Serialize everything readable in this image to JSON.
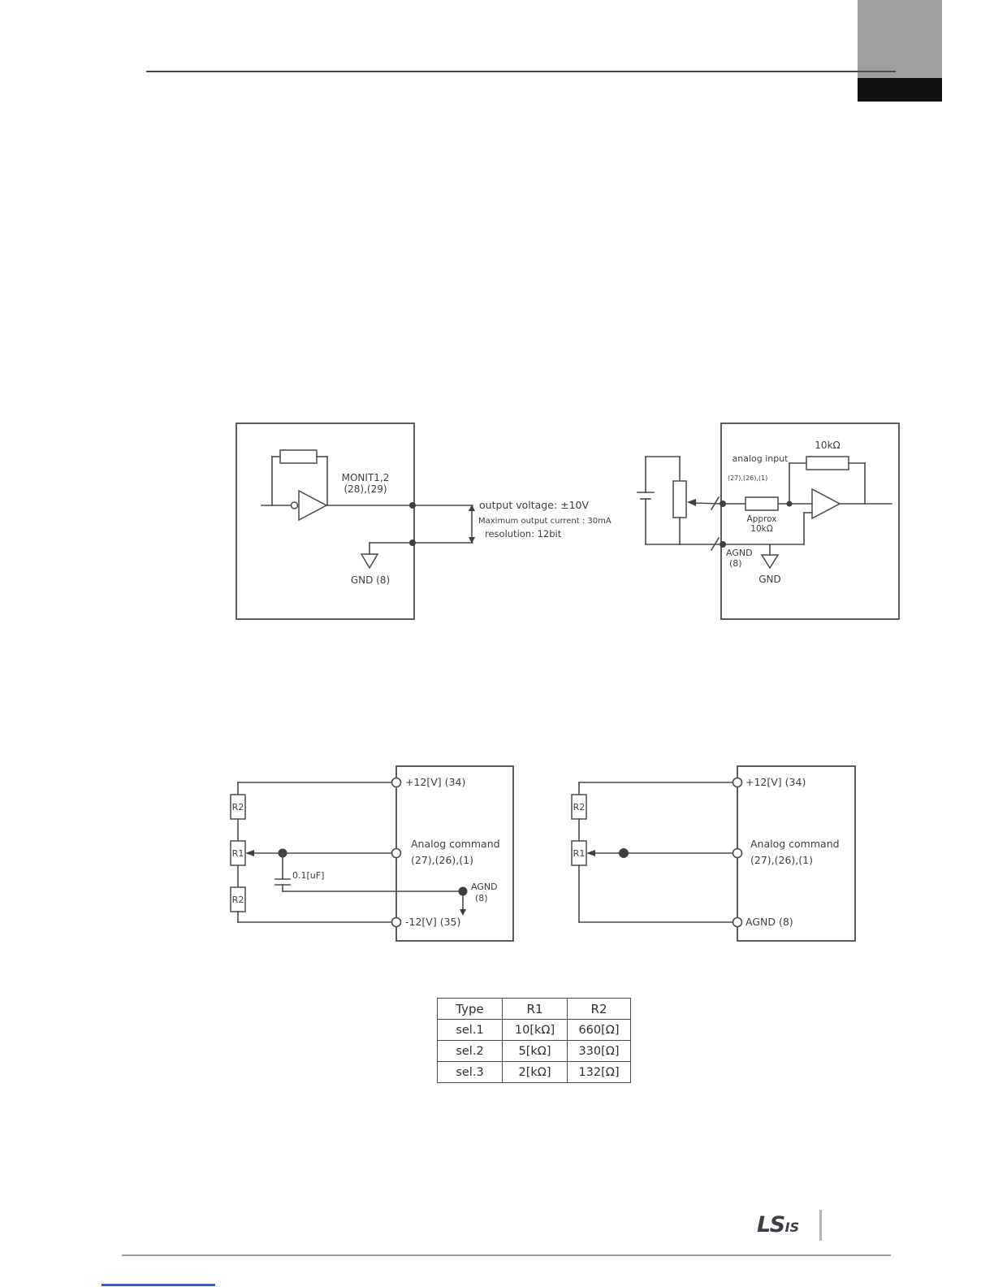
{
  "page": {
    "footer": {
      "logo_main": "LS",
      "logo_sub": "IS"
    }
  },
  "figure1": {
    "left": {
      "monit_label": "MONIT1,2",
      "monit_pins": "(28),(29)",
      "output_voltage": "output voltage: ±10V",
      "max_current": "Maximum output current : 30mA",
      "resolution": "resolution: 12bit",
      "gnd_label": "GND (8)"
    },
    "right": {
      "r_feedback": "10kΩ",
      "analog_input_label": "analog input",
      "pins": "(27),(26),(1)",
      "approx_line1": "Approx",
      "approx_line2": "10kΩ",
      "agnd_label": "AGND",
      "agnd_pin": "(8)",
      "gnd_label": "GND"
    }
  },
  "figure2": {
    "left": {
      "p12_label": "+12[V] (34)",
      "r2_top": "R2",
      "r1": "R1",
      "r2_bottom": "R2",
      "cap_label": "0.1[uF]",
      "analog_command": "Analog command",
      "pins": "(27),(26),(1)",
      "agnd_label": "AGND",
      "agnd_pin": "(8)",
      "n12_label": "-12[V] (35)"
    },
    "right": {
      "p12_label": "+12[V] (34)",
      "r2": "R2",
      "r1": "R1",
      "analog_command": "Analog command",
      "pins": "(27),(26),(1)",
      "agnd_label": "AGND (8)"
    }
  },
  "resistor_table": {
    "headers": [
      "Type",
      "R1",
      "R2"
    ],
    "rows": [
      [
        "sel.1",
        "10[kΩ]",
        "660[Ω]"
      ],
      [
        "sel.2",
        "5[kΩ]",
        "330[Ω]"
      ],
      [
        "sel.3",
        "2[kΩ]",
        "132[Ω]"
      ]
    ]
  }
}
